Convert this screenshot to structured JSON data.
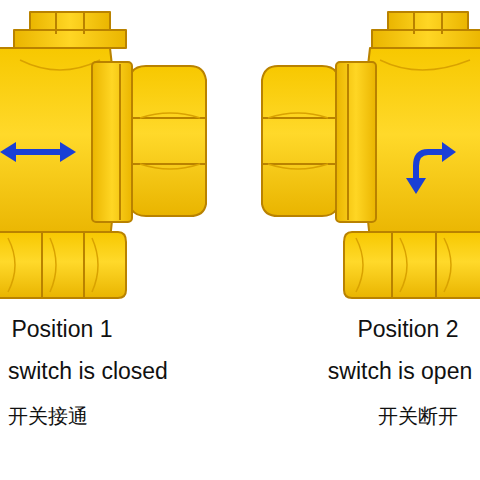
{
  "diagram": {
    "labels": [
      "Position 1",
      "switch is closed",
      "开关接通",
      "Position 2",
      "switch is open",
      "开关断开"
    ]
  }
}
